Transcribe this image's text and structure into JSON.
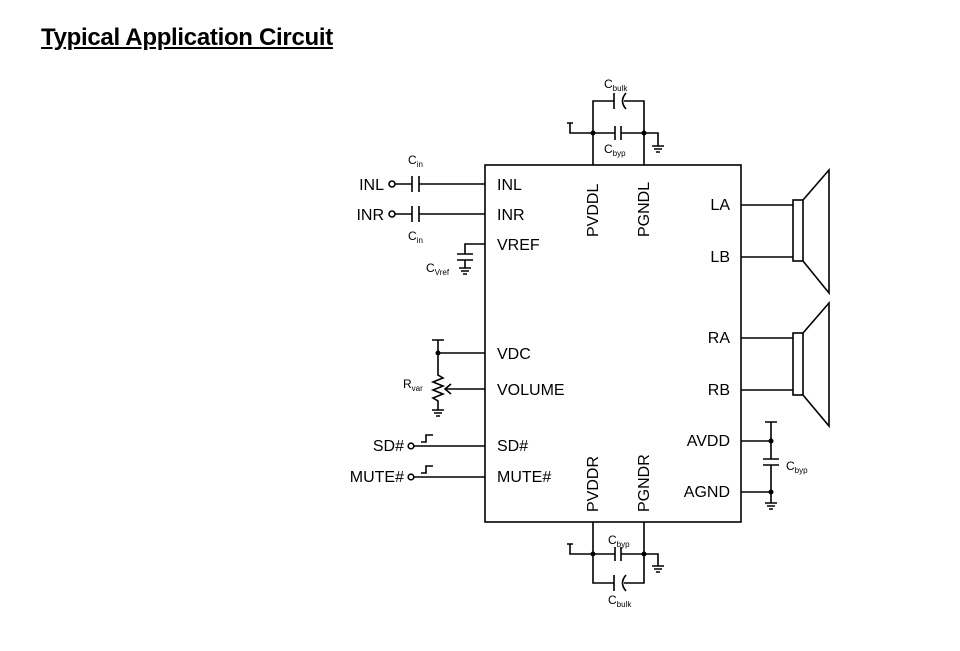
{
  "title": "Typical Application Circuit",
  "chip": {
    "left_pins": [
      "INL",
      "INR",
      "VREF",
      "VDC",
      "VOLUME",
      "SD#",
      "MUTE#"
    ],
    "right_pins": [
      "LA",
      "LB",
      "RA",
      "RB",
      "AVDD",
      "AGND"
    ],
    "top_pins": [
      "PVDDL",
      "PGNDL"
    ],
    "bottom_pins": [
      "PVDDR",
      "PGNDR"
    ]
  },
  "inputs": {
    "inl": "INL",
    "inr": "INR",
    "sd": "SD#",
    "mute": "MUTE#"
  },
  "components": {
    "cin_top": {
      "main": "C",
      "sub": "in"
    },
    "cin_bottom": {
      "main": "C",
      "sub": "in"
    },
    "cvref": {
      "main": "C",
      "sub": "Vref"
    },
    "rvar": {
      "main": "R",
      "sub": "var"
    },
    "cbulk_top": {
      "main": "C",
      "sub": "bulk"
    },
    "cbyp_top": {
      "main": "C",
      "sub": "byp"
    },
    "cbyp_bottom": {
      "main": "C",
      "sub": "byp"
    },
    "cbulk_bottom": {
      "main": "C",
      "sub": "bulk"
    },
    "cbyp_right": {
      "main": "C",
      "sub": "byp"
    }
  },
  "speakers": [
    "left-speaker",
    "right-speaker"
  ]
}
